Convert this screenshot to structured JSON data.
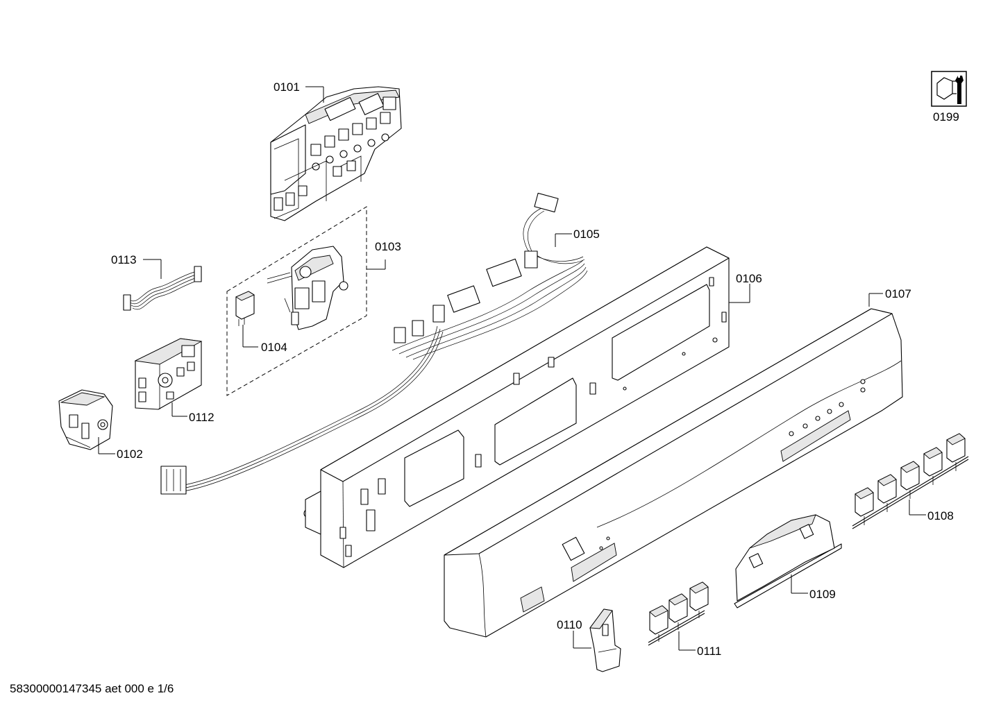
{
  "labels": {
    "p0101": "0101",
    "p0102": "0102",
    "p0103": "0103",
    "p0104": "0104",
    "p0105": "0105",
    "p0106": "0106",
    "p0107": "0107",
    "p0108": "0108",
    "p0109": "0109",
    "p0110": "0110",
    "p0111": "0111",
    "p0112": "0112",
    "p0113": "0113",
    "p0199": "0199"
  },
  "footer": {
    "doc_id": "58300000147345 aet 000 e 1/6"
  },
  "icons": {
    "tool_icon": "bolt-and-wrench-icon"
  }
}
